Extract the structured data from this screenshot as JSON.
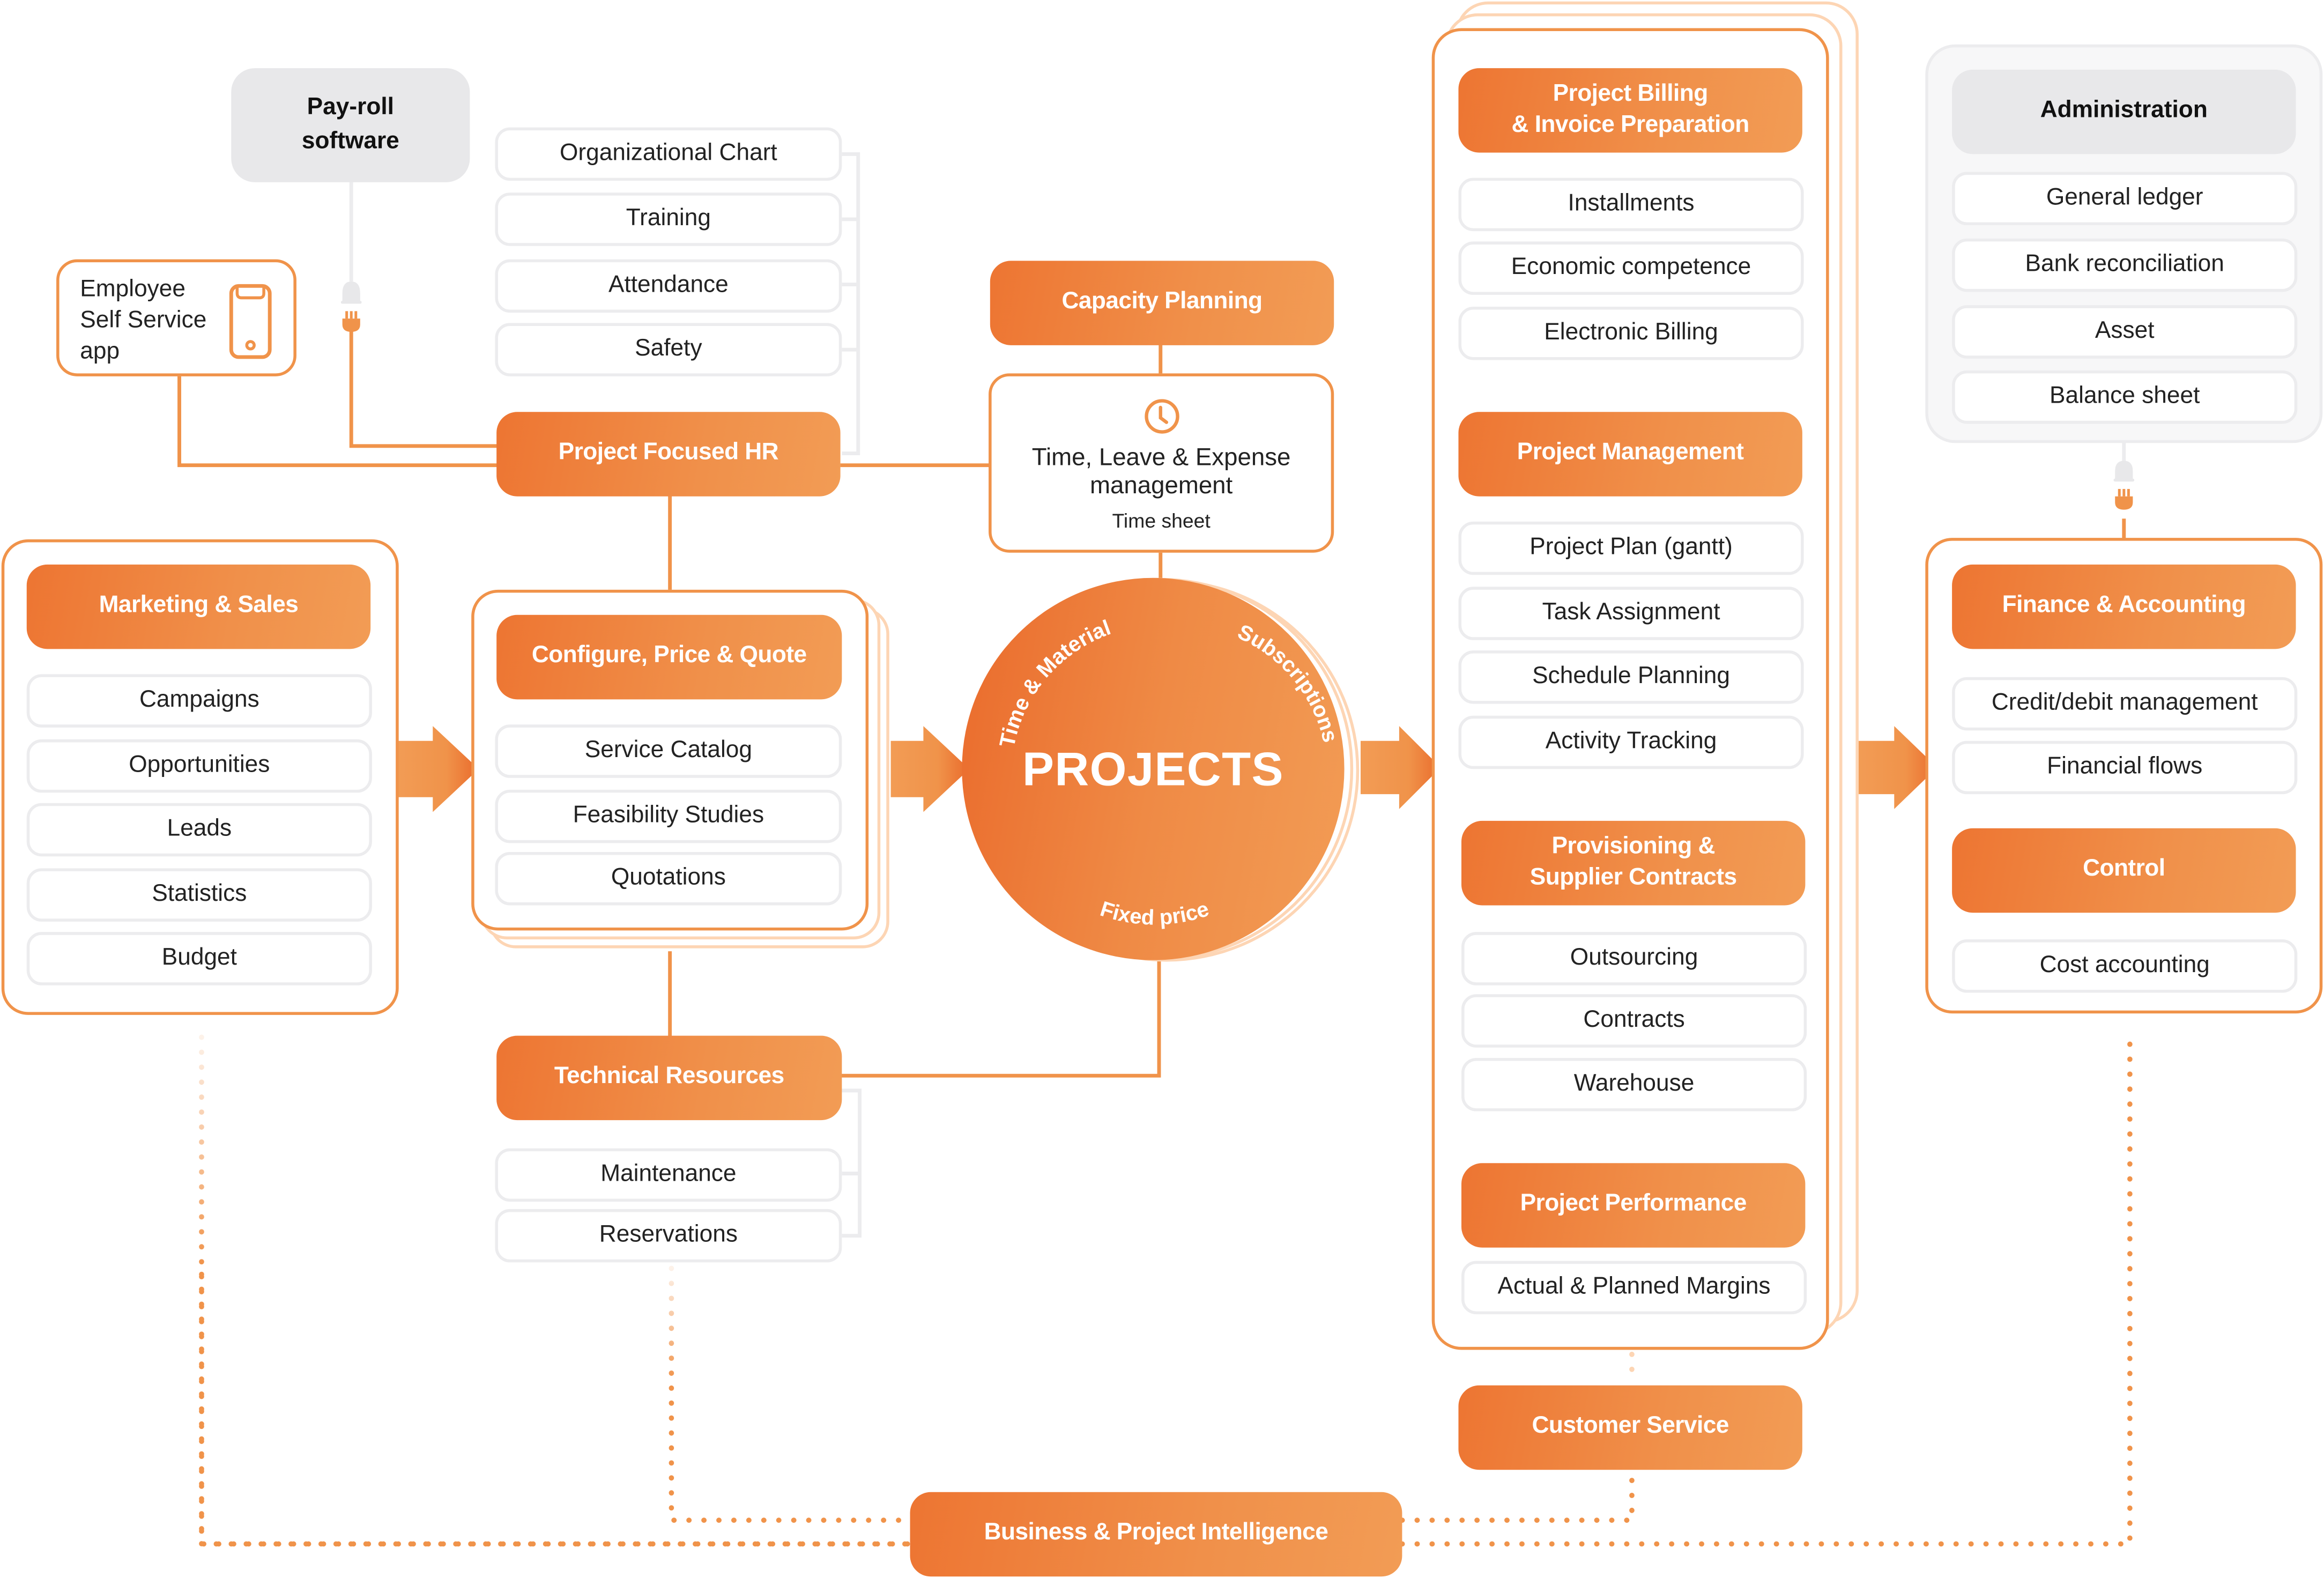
{
  "colors": {
    "accent": "#F0934A",
    "accent_dark": "#ED7532",
    "accent_light": "#FDD5B4",
    "item_border": "#ECECEE",
    "gray_box": "#E8E8EA"
  },
  "payroll": {
    "label_line1": "Pay-roll",
    "label_line2": "software",
    "plug_icon": "plug-icon"
  },
  "ess_app": {
    "label_line1": "Employee",
    "label_line2": "Self Service",
    "label_line3": "app",
    "icon": "smartphone-icon"
  },
  "hr": {
    "title": "Project Focused HR",
    "items": [
      "Organizational Chart",
      "Training",
      "Attendance",
      "Safety"
    ]
  },
  "capacity": {
    "title": "Capacity Planning"
  },
  "tle": {
    "icon": "clock-icon",
    "title_line1": "Time, Leave & Expense",
    "title_line2": "management",
    "subtitle": "Time sheet"
  },
  "marketing": {
    "title": "Marketing & Sales",
    "items": [
      "Campaigns",
      "Opportunities",
      "Leads",
      "Statistics",
      "Budget"
    ]
  },
  "cpq": {
    "title": "Configure, Price & Quote",
    "items": [
      "Service Catalog",
      "Feasibility Studies",
      "Quotations"
    ]
  },
  "projects": {
    "title": "PROJECTS",
    "types": [
      "Time & Material",
      "Subscriptions",
      "Fixed price"
    ]
  },
  "technical": {
    "title": "Technical Resources",
    "items": [
      "Maintenance",
      "Reservations"
    ]
  },
  "billing": {
    "title_line1": "Project Billing",
    "title_line2": "& Invoice Preparation",
    "items": [
      "Installments",
      "Economic competence",
      "Electronic Billing"
    ]
  },
  "pm": {
    "title": "Project Management",
    "items": [
      "Project Plan (gantt)",
      "Task Assignment",
      "Schedule Planning",
      "Activity Tracking"
    ]
  },
  "provisioning": {
    "title_line1": "Provisioning &",
    "title_line2": "Supplier Contracts",
    "items": [
      "Outsourcing",
      "Contracts",
      "Warehouse"
    ]
  },
  "performance": {
    "title": "Project Performance",
    "items": [
      "Actual & Planned Margins"
    ]
  },
  "customer_service": {
    "title": "Customer Service"
  },
  "administration": {
    "title": "Administration",
    "items": [
      "General ledger",
      "Bank reconciliation",
      "Asset",
      "Balance sheet"
    ]
  },
  "finance": {
    "title": "Finance & Accounting",
    "items": [
      "Credit/debit management",
      "Financial flows"
    ]
  },
  "control": {
    "title": "Control",
    "items": [
      "Cost accounting"
    ]
  },
  "bi": {
    "title": "Business & Project Intelligence"
  }
}
